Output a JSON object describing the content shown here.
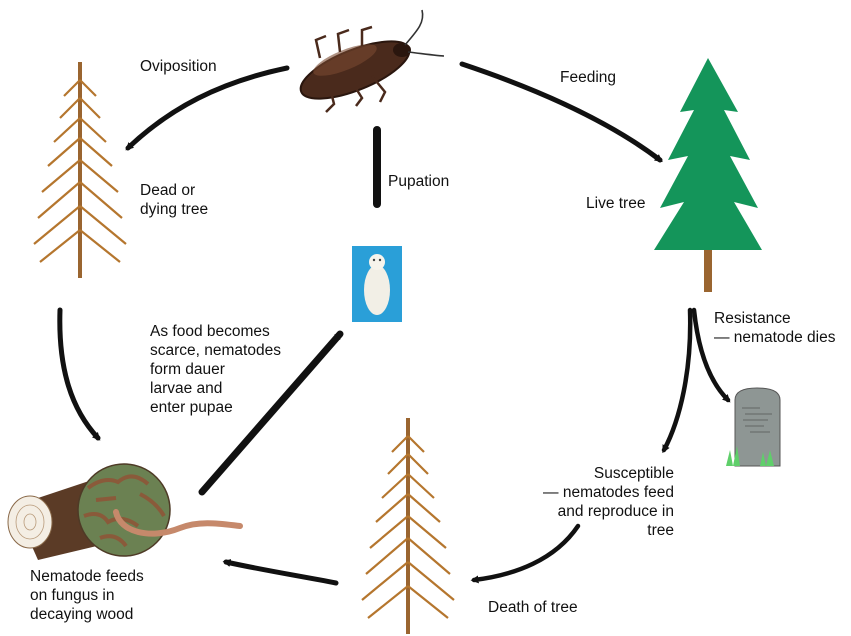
{
  "labels": {
    "oviposition": "Oviposition",
    "feeding": "Feeding",
    "pupation": "Pupation",
    "dead_tree": "Dead or\ndying tree",
    "live_tree": "Live tree",
    "resistance": "Resistance\n— nematode dies",
    "dauer": "As food becomes\nscarce, nematodes\nform dauer\nlarvae and\nenter pupae",
    "susceptible": "Susceptible\n— nematodes feed\nand reproduce in\ntree",
    "death_of_tree": "Death of tree",
    "nematode_feeds": "Nematode feeds\non fungus in\ndecaying wood"
  },
  "colors": {
    "arrow": "#111111",
    "dead_tree": "#b5762e",
    "live_tree": "#14955a",
    "trunk": "#9a6530",
    "beetle_body": "#4a2a1c",
    "gravestone": "#8e9694",
    "grass": "#5fcf6a",
    "log": "#5b3b26",
    "fungus_green": "#6b8152",
    "fungus_brown": "#8a5a3a",
    "worm": "#c6896b",
    "pupa_bg": "#2a9fd8"
  }
}
